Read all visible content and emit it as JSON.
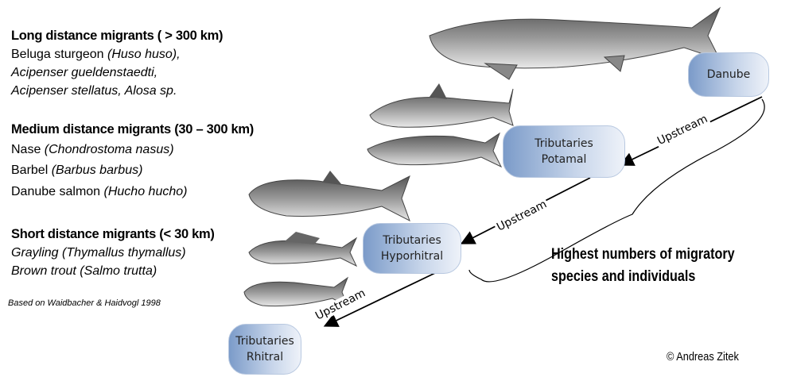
{
  "groups": [
    {
      "heading": "Long distance migrants ( > 300 km)",
      "lines": [
        {
          "common": "Beluga sturgeon ",
          "latin": "(Huso huso),"
        },
        {
          "common": "",
          "latin": "Acipenser gueldenstaedti,"
        },
        {
          "common": "",
          "latin": "Acipenser stellatus, Alosa sp."
        }
      ]
    },
    {
      "heading": "Medium distance migrants (30 – 300 km)",
      "lines": [
        {
          "common": "Nase ",
          "latin": "(Chondrostoma nasus)"
        },
        {
          "common": "Barbel ",
          "latin": "(Barbus barbus)"
        },
        {
          "common": "Danube salmon ",
          "latin": "(Hucho hucho)"
        }
      ]
    },
    {
      "heading": "Short distance migrants (< 30 km)",
      "lines": [
        {
          "common": "",
          "latin": "Grayling (Thymallus thymallus)"
        },
        {
          "common": "",
          "latin": "Brown trout (Salmo trutta)"
        }
      ]
    }
  ],
  "citation": "Based on Waidbacher & Haidvogl  1998",
  "boxes": {
    "danube": [
      "Danube"
    ],
    "potamal": [
      "Tributaries",
      "Potamal"
    ],
    "hyporhitral": [
      "Tributaries",
      "Hyporhitral"
    ],
    "rhitral": [
      "Tributaries",
      "Rhitral"
    ]
  },
  "arrow_label": "Upstream",
  "note": [
    "Highest numbers of migratory",
    "species and individuals"
  ],
  "copyright": "© Andreas Zitek"
}
